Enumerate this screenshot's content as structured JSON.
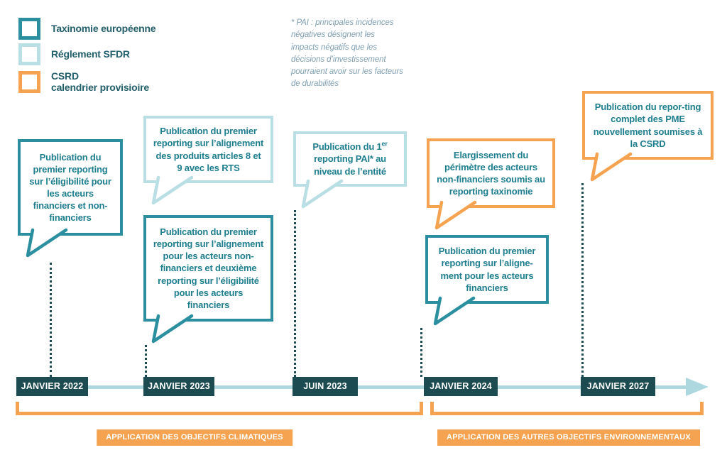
{
  "colors": {
    "taxonomie_teal": "#2b8fa0",
    "sfdr_light_blue": "#b9dee4",
    "csrd_orange": "#f6a351",
    "date_box_dark_teal": "#1c4b51",
    "timeline_line_pale_blue": "#aed8e0",
    "callout_text_teal": "#1f7e8e",
    "footnote_blue_gray": "#7f9fb2"
  },
  "legend": {
    "items": [
      {
        "id": "taxonomie",
        "label": "Taxinomie européenne",
        "sublabel": ""
      },
      {
        "id": "sfdr",
        "label": "Réglement SFDR",
        "sublabel": ""
      },
      {
        "id": "csrd",
        "label": "CSRD",
        "sublabel": "calendrier provisioire"
      }
    ]
  },
  "footnote": "* PAI : principales incidences négatives désignent les impacts négatifs que les décisions d’investissement pourraient avoir sur les facteurs de durabilités",
  "callouts": [
    {
      "category": "taxonomie",
      "date": "JANVIER 2022",
      "text": "Publication du premier reporting sur l’éligibilité pour les acteurs financiers et non-financiers"
    },
    {
      "category": "sfdr",
      "date": "JANVIER 2023",
      "text": "Publication du premier reporting sur l’alignement des produits articles 8 et 9 avec les RTS"
    },
    {
      "category": "taxonomie",
      "date": "JANVIER 2023",
      "text": "Publication du premier reporting sur l’alignement pour les acteurs non-financiers et deuxième reporting sur l’éligibilité pour les acteurs financiers"
    },
    {
      "category": "sfdr",
      "date": "JUIN 2023",
      "text_prefix": "Publication du 1",
      "text_sup": "er",
      "text_suffix": " reporting PAI* au niveau de l’entité"
    },
    {
      "category": "csrd",
      "date": "JANVIER 2024",
      "text": "Elargissement du périmètre des acteurs non-financiers soumis au reporting taxinomie"
    },
    {
      "category": "taxonomie",
      "date": "JANVIER 2024",
      "text": "Publication du premier reporting sur l’aligne-ment pour les acteurs financiers"
    },
    {
      "category": "csrd",
      "date": "JANVIER 2027",
      "text": "Publication du repor-ting complet des PME nouvellement soumises à la CSRD"
    }
  ],
  "timeline": {
    "milestones": [
      {
        "date": "JANVIER 2022"
      },
      {
        "date": "JANVIER 2023"
      },
      {
        "date": "JUIN 2023"
      },
      {
        "date": "JANVIER 2024"
      },
      {
        "date": "JANVIER 2027"
      }
    ]
  },
  "phases": [
    {
      "label": "APPLICATION DES OBJECTIFS CLIMATIQUES"
    },
    {
      "label": "APPLICATION DES AUTRES OBJECTIFS ENVIRONNEMENTAUX"
    }
  ]
}
